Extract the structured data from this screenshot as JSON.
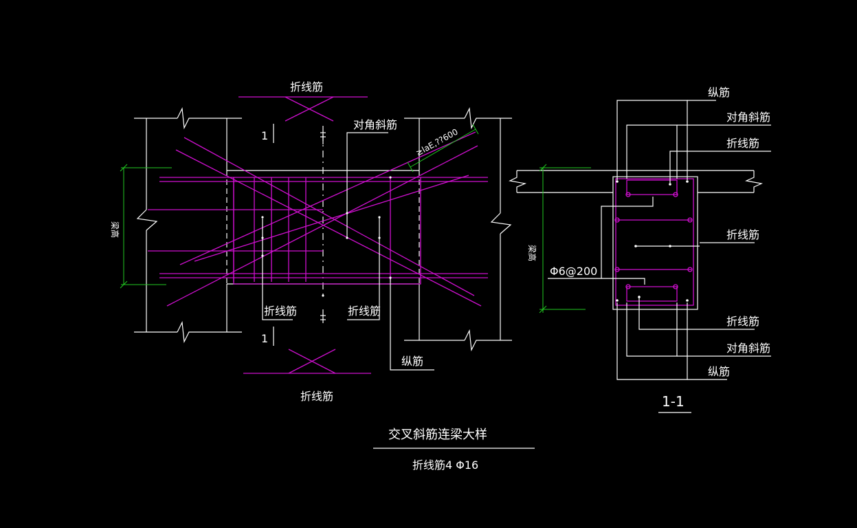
{
  "colors": {
    "background": "#000000",
    "outline": "#ffffff",
    "rebar": "#d010d0",
    "dimension": "#22cc22"
  },
  "elevation": {
    "labels": {
      "top_bent_bar": "折线筋",
      "diagonal_bar": "对角斜筋",
      "anchorage": "≥laE,??600",
      "section_cut_top": "1",
      "section_cut_bottom": "1",
      "bent_bar_left": "折线筋",
      "bent_bar_mid": "折线筋",
      "longitudinal": "纵筋",
      "bottom_bent_bar": "折线筋",
      "beam_height": "梁高"
    }
  },
  "section": {
    "labels": {
      "longitudinal_top": "纵筋",
      "diagonal_top": "对角斜筋",
      "bent_top": "折线筋",
      "bent_mid": "折线筋",
      "stirrup": "Φ6@200",
      "beam_height": "梁高",
      "bent_bottom": "折线筋",
      "diagonal_bottom": "对角斜筋",
      "longitudinal_bottom": "纵筋",
      "section_title": "1-1"
    }
  },
  "footer": {
    "title": "交叉斜筋连梁大样",
    "note": "折线筋4 Φ16"
  }
}
